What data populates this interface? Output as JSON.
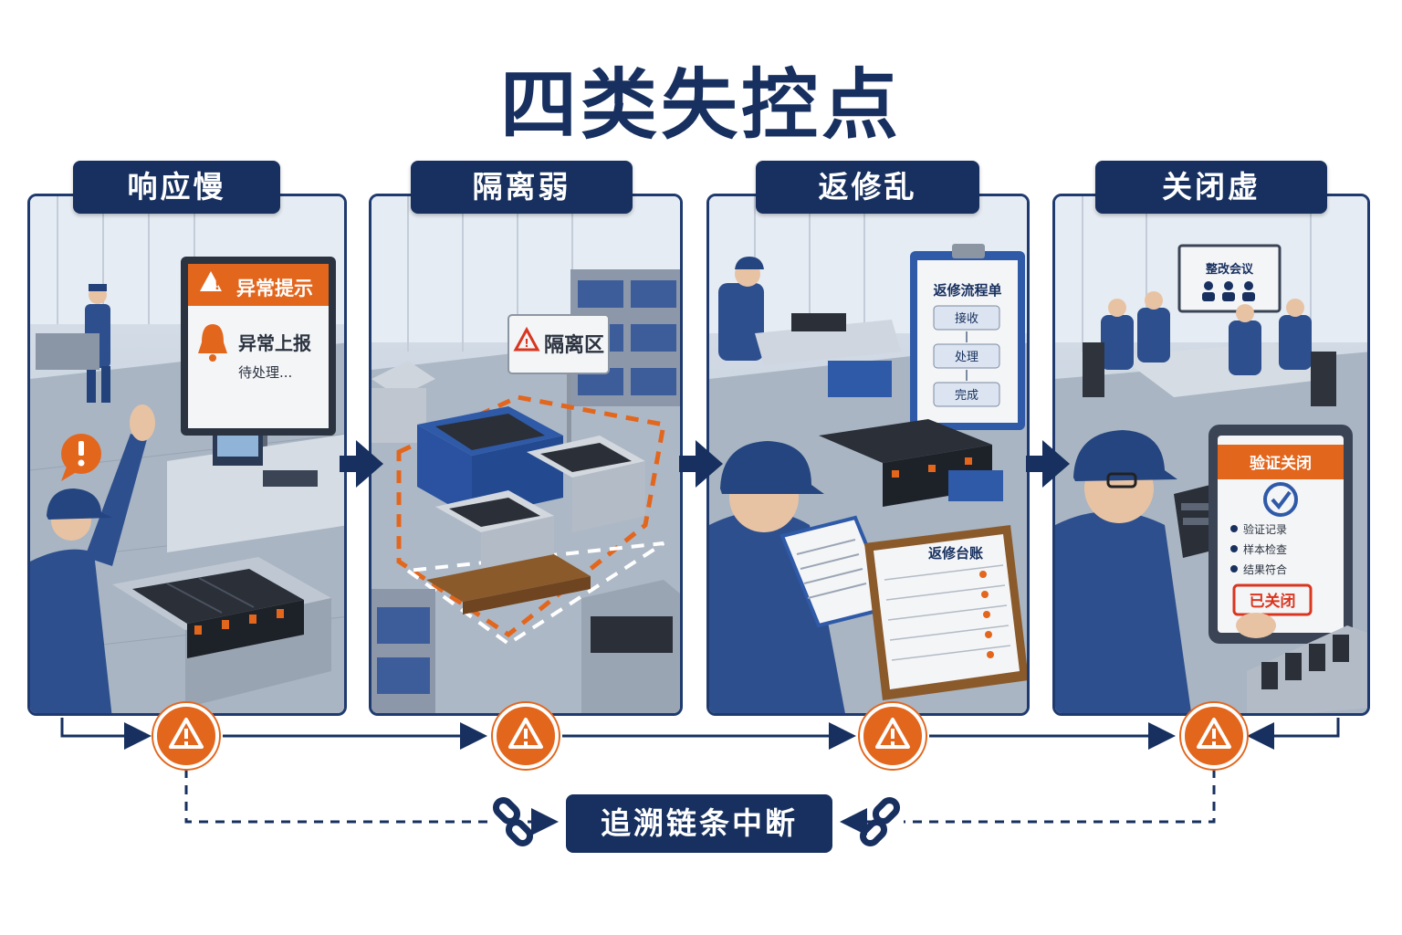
{
  "title": "四类失控点",
  "stages": [
    {
      "label": "响应慢",
      "screen": {
        "header": "异常提示",
        "line1": "异常上报",
        "line2": "待处理..."
      }
    },
    {
      "label": "隔离弱",
      "sign": "隔离区"
    },
    {
      "label": "返修乱",
      "flow_sheet": {
        "title": "返修流程单",
        "steps": [
          "接收",
          "处理",
          "完成"
        ]
      },
      "ledger": {
        "title": "返修台账"
      }
    },
    {
      "label": "关闭虚",
      "meeting_board": "整改会议",
      "tablet": {
        "header": "验证关闭",
        "items": [
          "验证记录",
          "样本检查",
          "结果符合"
        ],
        "stamp": "已关闭"
      }
    }
  ],
  "bottom_label": "追溯链条中断",
  "colors": {
    "navy": "#17305f",
    "orange": "#e3661d",
    "panel_border": "#1f3a6e"
  }
}
